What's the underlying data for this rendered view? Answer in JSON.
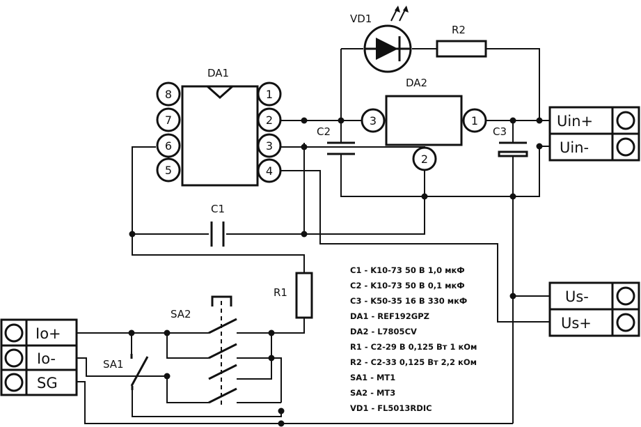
{
  "components": {
    "da1": {
      "label": "DA1",
      "pins": [
        "8",
        "7",
        "6",
        "5",
        "1",
        "2",
        "3",
        "4"
      ]
    },
    "da2": {
      "label": "DA2",
      "pins": [
        "3",
        "1",
        "2"
      ]
    },
    "vd1": "VD1",
    "r1": "R1",
    "r2": "R2",
    "c1": "C1",
    "c2": "C2",
    "c3": "C3",
    "sa1": "SA1",
    "sa2": "SA2"
  },
  "terminals": {
    "uin_plus": "Uin+",
    "uin_minus": "Uin-",
    "us_minus": "Us-",
    "us_plus": "Us+",
    "io_plus": "Io+",
    "io_minus": "Io-",
    "sg": "SG"
  },
  "bill_of_materials": [
    "C1 - K10-73   50 В   1,0 мкФ",
    "C2 - K10-73   50 В   0,1 мкФ",
    "C3 - K50-35   16 В   330 мкФ",
    "DA1 -  REF192GPZ",
    "DA2 - L7805CV",
    "R1 - C2-29 В  0,125 Вт  1 кОм",
    "R2 - C2-33   0,125 Вт  2,2 кОм",
    "SA1 - MT1",
    "SA2 - MT3",
    "VD1 - FL5013RDIC"
  ]
}
